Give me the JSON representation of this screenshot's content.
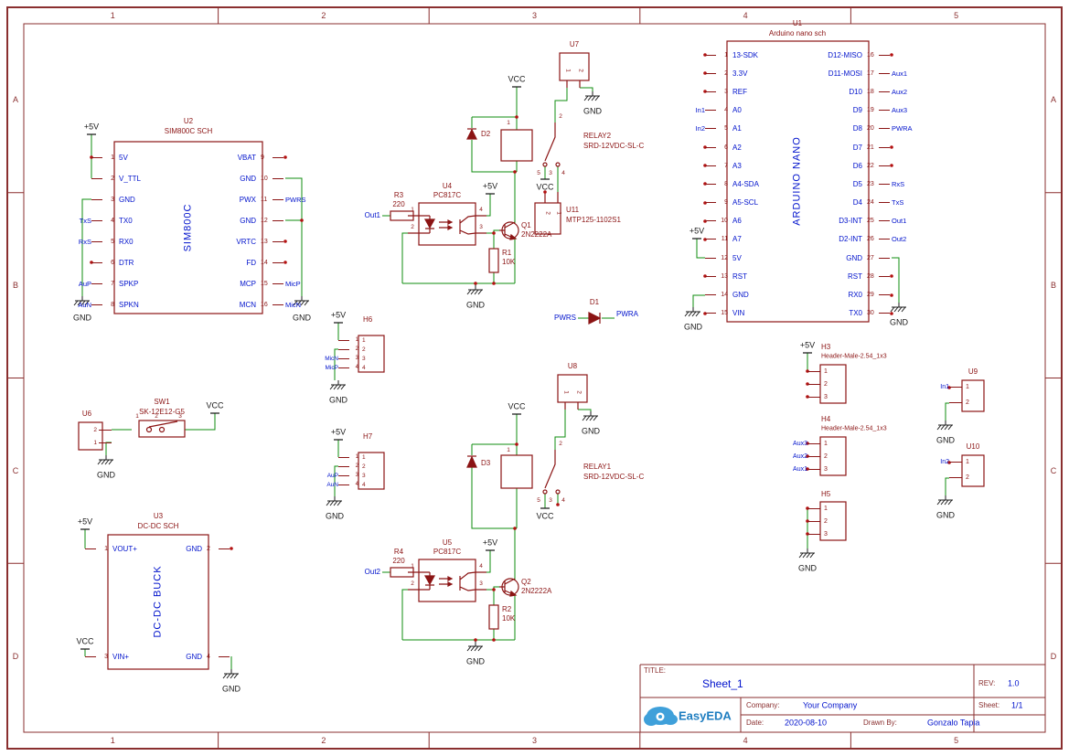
{
  "frame": {
    "cols": [
      "1",
      "2",
      "3",
      "4",
      "5"
    ],
    "rows": [
      "A",
      "B",
      "C",
      "D"
    ]
  },
  "power": {
    "p5": "+5V",
    "vcc": "VCC",
    "gnd": "GND"
  },
  "title_block": {
    "title_label": "TITLE:",
    "title": "Sheet_1",
    "rev_label": "REV:",
    "rev": "1.0",
    "company_label": "Company:",
    "company": "Your Company",
    "sheet_label": "Sheet:",
    "sheet": "1/1",
    "date_label": "Date:",
    "date": "2020-08-10",
    "drawn_label": "Drawn By:",
    "drawn_by": "Gonzalo Tapia",
    "logo": "EasyEDA"
  },
  "components": {
    "u1": {
      "ref": "U1",
      "value": "Arduino nano sch",
      "body": "ARDUINO NANO",
      "left": [
        {
          "num": "1",
          "name": "13-SDK",
          "net": ""
        },
        {
          "num": "2",
          "name": "3.3V",
          "net": ""
        },
        {
          "num": "3",
          "name": "REF",
          "net": ""
        },
        {
          "num": "4",
          "name": "A0",
          "net": "In1"
        },
        {
          "num": "5",
          "name": "A1",
          "net": "In2"
        },
        {
          "num": "6",
          "name": "A2",
          "net": ""
        },
        {
          "num": "7",
          "name": "A3",
          "net": ""
        },
        {
          "num": "8",
          "name": "A4-SDA",
          "net": ""
        },
        {
          "num": "9",
          "name": "A5-SCL",
          "net": ""
        },
        {
          "num": "10",
          "name": "A6",
          "net": ""
        },
        {
          "num": "11",
          "name": "A7",
          "net": ""
        },
        {
          "num": "12",
          "name": "5V",
          "net": ""
        },
        {
          "num": "13",
          "name": "RST",
          "net": ""
        },
        {
          "num": "14",
          "name": "GND",
          "net": ""
        },
        {
          "num": "15",
          "name": "VIN",
          "net": ""
        }
      ],
      "right": [
        {
          "num": "16",
          "name": "D12-MISO",
          "net": ""
        },
        {
          "num": "17",
          "name": "D11-MOSI",
          "net": "Aux1"
        },
        {
          "num": "18",
          "name": "D10",
          "net": "Aux2"
        },
        {
          "num": "19",
          "name": "D9",
          "net": "Aux3"
        },
        {
          "num": "20",
          "name": "D8",
          "net": "PWRA"
        },
        {
          "num": "21",
          "name": "D7",
          "net": ""
        },
        {
          "num": "22",
          "name": "D6",
          "net": ""
        },
        {
          "num": "23",
          "name": "D5",
          "net": "RxS"
        },
        {
          "num": "24",
          "name": "D4",
          "net": "TxS"
        },
        {
          "num": "25",
          "name": "D3-INT",
          "net": "Out1"
        },
        {
          "num": "26",
          "name": "D2-INT",
          "net": "Out2"
        },
        {
          "num": "27",
          "name": "GND",
          "net": ""
        },
        {
          "num": "28",
          "name": "RST",
          "net": ""
        },
        {
          "num": "29",
          "name": "RX0",
          "net": ""
        },
        {
          "num": "30",
          "name": "TX0",
          "net": ""
        }
      ]
    },
    "u2": {
      "ref": "U2",
      "value": "SIM800C SCH",
      "body": "SIM800C",
      "left": [
        {
          "num": "1",
          "name": "5V",
          "net": ""
        },
        {
          "num": "2",
          "name": "V_TTL",
          "net": ""
        },
        {
          "num": "3",
          "name": "GND",
          "net": ""
        },
        {
          "num": "4",
          "name": "TX0",
          "net": "TxS"
        },
        {
          "num": "5",
          "name": "RX0",
          "net": "RxS"
        },
        {
          "num": "6",
          "name": "DTR",
          "net": ""
        },
        {
          "num": "7",
          "name": "SPKP",
          "net": "AuP"
        },
        {
          "num": "8",
          "name": "SPKN",
          "net": "AuN"
        }
      ],
      "right": [
        {
          "num": "9",
          "name": "VBAT",
          "net": ""
        },
        {
          "num": "10",
          "name": "GND",
          "net": ""
        },
        {
          "num": "11",
          "name": "PWX",
          "net": "PWRS"
        },
        {
          "num": "12",
          "name": "GND",
          "net": ""
        },
        {
          "num": "13",
          "name": "VRTC",
          "net": ""
        },
        {
          "num": "14",
          "name": "FD",
          "net": ""
        },
        {
          "num": "15",
          "name": "MCP",
          "net": "MicP"
        },
        {
          "num": "16",
          "name": "MCN",
          "net": "MicN"
        }
      ]
    },
    "u3": {
      "ref": "U3",
      "value": "DC-DC SCH",
      "body": "DC-DC BUCK",
      "left": [
        {
          "num": "1",
          "name": "VOUT+",
          "net": ""
        },
        {
          "num": "3",
          "name": "VIN+",
          "net": ""
        }
      ],
      "right": [
        {
          "num": "2",
          "name": "GND",
          "net": ""
        },
        {
          "num": "4",
          "name": "GND",
          "net": ""
        }
      ]
    },
    "u4": {
      "ref": "U4",
      "value": "PC817C",
      "pins": [
        "1",
        "2",
        "3",
        "4"
      ]
    },
    "u5": {
      "ref": "U5",
      "value": "PC817C",
      "pins": [
        "1",
        "2",
        "3",
        "4"
      ]
    },
    "u6": {
      "ref": "U6",
      "pins": [
        {
          "num": "2"
        },
        {
          "num": "1"
        }
      ]
    },
    "u7": {
      "ref": "U7",
      "pins": [
        "1",
        "2"
      ]
    },
    "u8": {
      "ref": "U8",
      "pins": [
        "1",
        "2"
      ]
    },
    "u9": {
      "ref": "U9",
      "pins": [
        {
          "num": "1",
          "net": "In1"
        },
        {
          "num": "2",
          "net": ""
        }
      ]
    },
    "u10": {
      "ref": "U10",
      "pins": [
        {
          "num": "1",
          "net": "In2"
        },
        {
          "num": "2",
          "net": ""
        }
      ]
    },
    "u11": {
      "ref": "U11",
      "value": "MTP125-1102S1",
      "pins": [
        "2",
        "1"
      ]
    },
    "q1": {
      "ref": "Q1",
      "value": "2N2222A"
    },
    "q2": {
      "ref": "Q2",
      "value": "2N2222A"
    },
    "r1": {
      "ref": "R1",
      "value": "10K"
    },
    "r2": {
      "ref": "R2",
      "value": "10K"
    },
    "r3": {
      "ref": "R3",
      "value": "220",
      "net": "Out1"
    },
    "r4": {
      "ref": "R4",
      "value": "220",
      "net": "Out2"
    },
    "d1": {
      "ref": "D1",
      "net_left": "PWRS",
      "net_right": "PWRA"
    },
    "d2": {
      "ref": "D2"
    },
    "d3": {
      "ref": "D3"
    },
    "relay1": {
      "ref": "RELAY1",
      "value": "SRD-12VDC-SL-C",
      "pins": [
        "1",
        "2",
        "5",
        "3",
        "4"
      ]
    },
    "relay2": {
      "ref": "RELAY2",
      "value": "SRD-12VDC-SL-C",
      "pins": [
        "1",
        "2",
        "5",
        "3",
        "4"
      ]
    },
    "sw1": {
      "ref": "SW1",
      "value": "SK-12E12-G5",
      "pins": [
        "1",
        "2",
        "3"
      ]
    },
    "h3": {
      "ref": "H3",
      "value": "Header-Male-2.54_1x3",
      "pins": [
        {
          "num": "1",
          "net": ""
        },
        {
          "num": "2",
          "net": ""
        },
        {
          "num": "3",
          "net": ""
        }
      ]
    },
    "h4": {
      "ref": "H4",
      "value": "Header-Male-2.54_1x3",
      "pins": [
        {
          "num": "1",
          "net": "Aux3"
        },
        {
          "num": "2",
          "net": "Aux2"
        },
        {
          "num": "3",
          "net": "Aux1"
        }
      ]
    },
    "h5": {
      "ref": "H5",
      "pins": [
        {
          "num": "1",
          "net": ""
        },
        {
          "num": "2",
          "net": ""
        },
        {
          "num": "3",
          "net": ""
        }
      ]
    },
    "h6": {
      "ref": "H6",
      "pins": [
        {
          "num": "1",
          "net": ""
        },
        {
          "num": "2",
          "net": ""
        },
        {
          "num": "3",
          "net": "MicN"
        },
        {
          "num": "4",
          "net": "MicP"
        }
      ]
    },
    "h7": {
      "ref": "H7",
      "pins": [
        {
          "num": "1",
          "net": ""
        },
        {
          "num": "2",
          "net": ""
        },
        {
          "num": "3",
          "net": "AuP"
        },
        {
          "num": "4",
          "net": "AuN"
        }
      ]
    }
  }
}
